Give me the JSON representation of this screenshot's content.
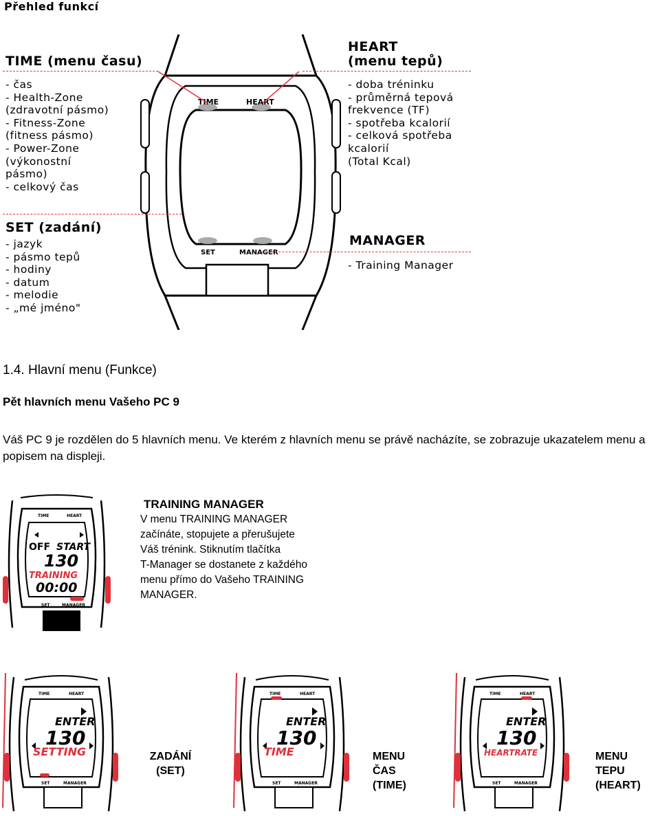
{
  "figure": {
    "header": "Přehled funkcí",
    "time": {
      "title": "TIME (menu času)",
      "items": [
        "- čas",
        "- Health-Zone",
        "  (zdravotní pásmo)",
        "- Fitness-Zone",
        "  (fitness pásmo)",
        "- Power-Zone",
        "  (výkonostní",
        "  pásmo)",
        "- celkový čas"
      ]
    },
    "heart": {
      "title_line1": "HEART",
      "title_line2": "(menu tepů)",
      "items": [
        "- doba tréninku",
        "- průměrná tepová",
        "  frekvence (TF)",
        "- spotřeba kcalorií",
        "- celková spotřeba",
        "  kcalorií",
        "  (Total Kcal)"
      ]
    },
    "set": {
      "title": "SET (zadání)",
      "items": [
        "- jazyk",
        "- pásmo tepů",
        "- hodiny",
        "- datum",
        "- melodie",
        "- „mé jméno\""
      ]
    },
    "manager": {
      "title": "MANAGER",
      "items": [
        "- Training Manager"
      ]
    },
    "watch_labels": {
      "time": "TIME",
      "heart": "HEART",
      "set": "SET",
      "manager": "MANAGER"
    }
  },
  "document": {
    "section_heading": "1.4. Hlavní menu (Funkce)",
    "subheading": "Pět hlavních menu Vašeho PC 9",
    "paragraph": "Váš PC 9 je rozdělen do 5 hlavních menu. Ve kterém z hlavních menu se právě nacházíte, se zobrazuje ukazatelem menu a popisem na displeji."
  },
  "training_manager": {
    "title": "TRAINING MANAGER",
    "lines": [
      "V menu TRAINING MANAGER",
      "začínáte, stopujete a přerušujete",
      "Váš trénink. Stiknutím tlačítka",
      "T-Manager se dostanete z každého",
      "menu přímo do Vašeho TRAINING",
      "MANAGER."
    ],
    "display": {
      "off": "OFF",
      "start": "START",
      "number": "130",
      "mode": "TRAINING",
      "counter": "00:00"
    }
  },
  "watch_tiny_labels": {
    "time": "TIME",
    "heart": "HEART",
    "set": "SET",
    "manager": "MANAGER"
  },
  "bottom_watches": [
    {
      "enter": "ENTER",
      "number": "130",
      "mode": "SETTING",
      "caption": [
        "ZADÁNÍ",
        "(SET)"
      ]
    },
    {
      "enter": "ENTER",
      "number": "130",
      "mode": "TIME",
      "caption": [
        "MENU",
        "ČAS",
        "(TIME)"
      ]
    },
    {
      "enter": "ENTER",
      "number": "130",
      "mode": "HEARTRATE",
      "caption": [
        "MENU",
        "TEPU",
        "(HEART)"
      ]
    }
  ],
  "colors": {
    "accent_red": "#e0303a",
    "text": "#000000"
  }
}
